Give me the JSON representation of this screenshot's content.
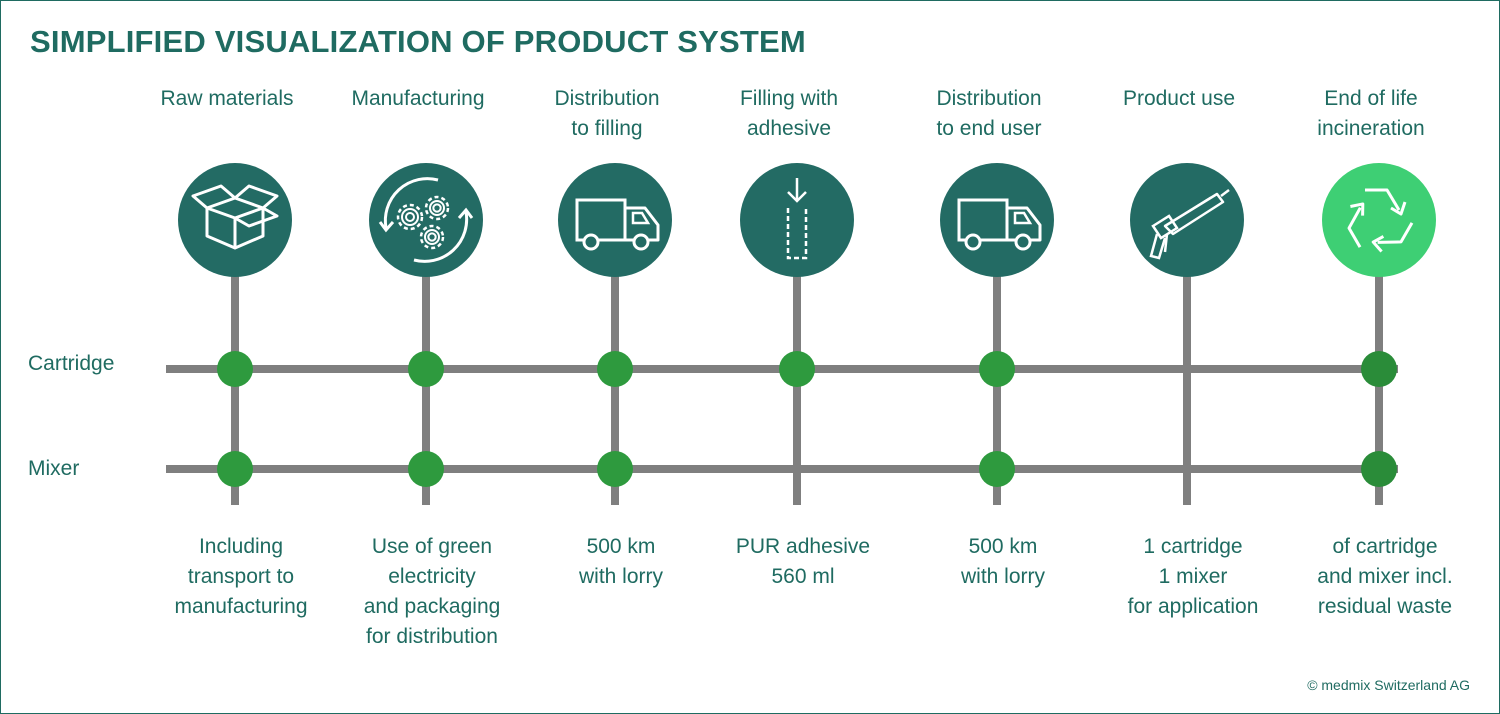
{
  "title": "SIMPLIFIED VISUALIZATION OF PRODUCT SYSTEM",
  "colors": {
    "stage_circle": "#236b64",
    "eol_circle": "#3ecf74",
    "node": "#2e9a3e",
    "node_eol": "#2a8c39",
    "line": "#7f7f7f",
    "text": "#1f6b61"
  },
  "rows": {
    "cartridge": "Cartridge",
    "mixer": "Mixer"
  },
  "stages": [
    {
      "label_lines": [
        "Raw materials"
      ],
      "icon": "open-box-icon",
      "note_lines": [
        "Including",
        "transport to",
        "manufacturing"
      ],
      "on_cartridge": true,
      "on_mixer": true
    },
    {
      "label_lines": [
        "Manufacturing"
      ],
      "icon": "gears-cycle-icon",
      "note_lines": [
        "Use of green",
        "electricity",
        "and packaging",
        "for distribution"
      ],
      "on_cartridge": true,
      "on_mixer": true
    },
    {
      "label_lines": [
        "Distribution",
        "to filling"
      ],
      "icon": "truck-icon",
      "note_lines": [
        "500 km",
        "with lorry"
      ],
      "on_cartridge": true,
      "on_mixer": true
    },
    {
      "label_lines": [
        "Filling with",
        "adhesive"
      ],
      "icon": "filling-icon",
      "note_lines": [
        "PUR adhesive",
        "560 ml"
      ],
      "on_cartridge": true,
      "on_mixer": false
    },
    {
      "label_lines": [
        "Distribution",
        "to end user"
      ],
      "icon": "truck-icon",
      "note_lines": [
        "500 km",
        "with lorry"
      ],
      "on_cartridge": true,
      "on_mixer": true
    },
    {
      "label_lines": [
        "Product use"
      ],
      "icon": "caulking-gun-icon",
      "note_lines": [
        "1 cartridge",
        "1 mixer",
        "for application"
      ],
      "on_cartridge": false,
      "on_mixer": false
    },
    {
      "label_lines": [
        "End of life",
        "incineration"
      ],
      "icon": "recycle-icon",
      "note_lines": [
        "of cartridge",
        "and mixer incl.",
        "residual waste"
      ],
      "on_cartridge": true,
      "on_mixer": true
    }
  ],
  "copyright": "© medmix Switzerland AG"
}
